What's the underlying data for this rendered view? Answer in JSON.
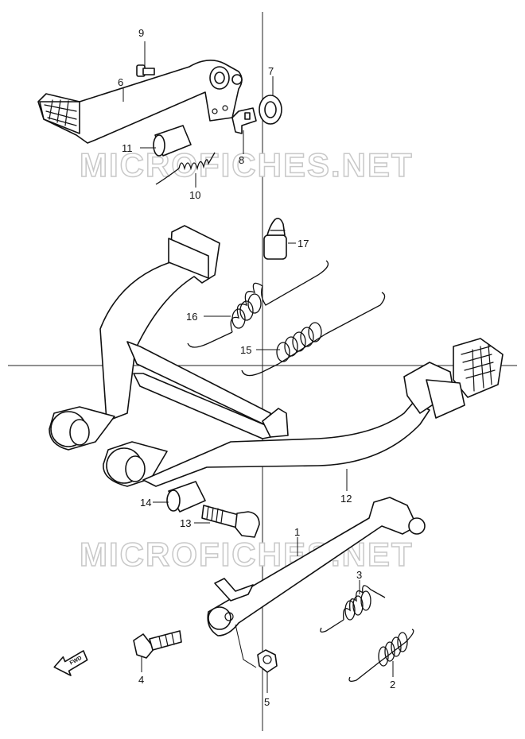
{
  "watermark": "MICROFICHES.NET",
  "fwd_label": "FWD",
  "callouts": [
    {
      "id": "p1",
      "label": "1"
    },
    {
      "id": "p2",
      "label": "2"
    },
    {
      "id": "p3",
      "label": "3"
    },
    {
      "id": "p4",
      "label": "4"
    },
    {
      "id": "p5",
      "label": "5"
    },
    {
      "id": "p6",
      "label": "6"
    },
    {
      "id": "p7",
      "label": "7"
    },
    {
      "id": "p8",
      "label": "8"
    },
    {
      "id": "p9",
      "label": "9"
    },
    {
      "id": "p10",
      "label": "10"
    },
    {
      "id": "p11",
      "label": "11"
    },
    {
      "id": "p12",
      "label": "12"
    },
    {
      "id": "p13",
      "label": "13"
    },
    {
      "id": "p14",
      "label": "14"
    },
    {
      "id": "p15",
      "label": "15"
    },
    {
      "id": "p16",
      "label": "16"
    },
    {
      "id": "p17",
      "label": "17"
    }
  ]
}
